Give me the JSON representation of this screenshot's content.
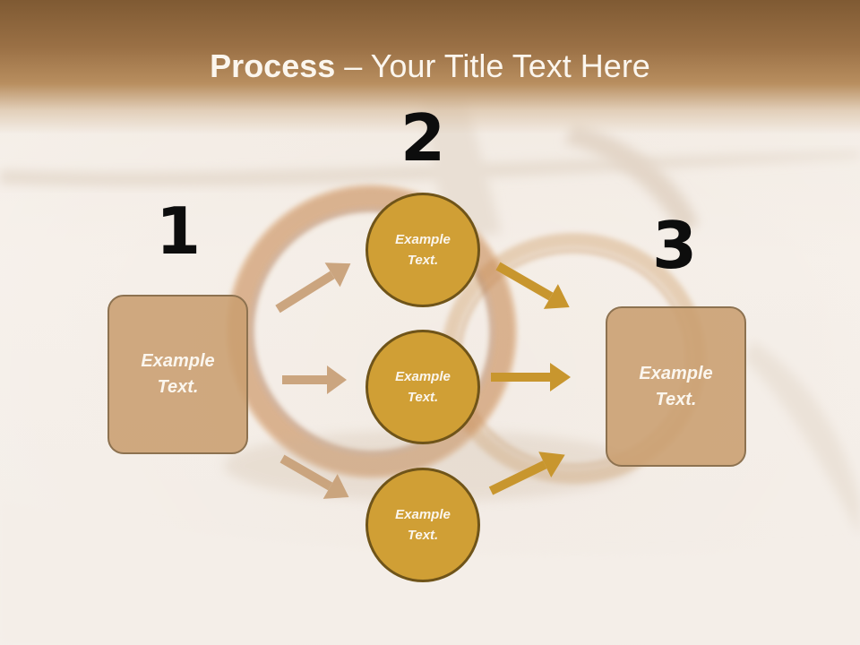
{
  "slide": {
    "title_strong": "Process",
    "title_rest": " – Your Title Text Here",
    "colors": {
      "header": "#8a6239",
      "box_fill": "#c99e70",
      "circle_fill": "#d09f35",
      "arrow_light": "#c9a27a",
      "arrow_gold": "#c8962e"
    }
  },
  "steps": [
    {
      "number": "1",
      "label": "Example Text."
    },
    {
      "number": "2",
      "label": "Example Text."
    },
    {
      "number": "3",
      "label": "Example Text."
    }
  ],
  "circles": [
    {
      "label": "Example Text."
    },
    {
      "label": "Example Text."
    },
    {
      "label": "Example Text."
    }
  ]
}
